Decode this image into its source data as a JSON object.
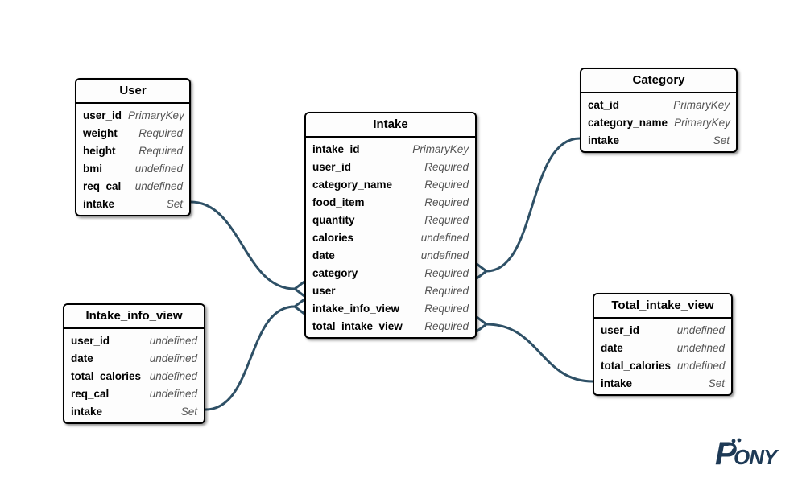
{
  "diagram": {
    "tables": [
      {
        "id": "user",
        "title": "User",
        "fields": [
          {
            "name": "user_id",
            "value": "PrimaryKey"
          },
          {
            "name": "weight",
            "value": "Required"
          },
          {
            "name": "height",
            "value": "Required"
          },
          {
            "name": "bmi",
            "value": "undefined"
          },
          {
            "name": "req_cal",
            "value": "undefined"
          },
          {
            "name": "intake",
            "value": "Set"
          }
        ]
      },
      {
        "id": "intake",
        "title": "Intake",
        "fields": [
          {
            "name": "intake_id",
            "value": "PrimaryKey"
          },
          {
            "name": "user_id",
            "value": "Required"
          },
          {
            "name": "category_name",
            "value": "Required"
          },
          {
            "name": "food_item",
            "value": "Required"
          },
          {
            "name": "quantity",
            "value": "Required"
          },
          {
            "name": "calories",
            "value": "undefined"
          },
          {
            "name": "date",
            "value": "undefined"
          },
          {
            "name": "category",
            "value": "Required"
          },
          {
            "name": "user",
            "value": "Required"
          },
          {
            "name": "intake_info_view",
            "value": "Required"
          },
          {
            "name": "total_intake_view",
            "value": "Required"
          }
        ]
      },
      {
        "id": "category",
        "title": "Category",
        "fields": [
          {
            "name": "cat_id",
            "value": "PrimaryKey"
          },
          {
            "name": "category_name",
            "value": "PrimaryKey"
          },
          {
            "name": "intake",
            "value": "Set"
          }
        ]
      },
      {
        "id": "intake_info_view",
        "title": "Intake_info_view",
        "fields": [
          {
            "name": "user_id",
            "value": "undefined"
          },
          {
            "name": "date",
            "value": "undefined"
          },
          {
            "name": "total_calories",
            "value": "undefined"
          },
          {
            "name": "req_cal",
            "value": "undefined"
          },
          {
            "name": "intake",
            "value": "Set"
          }
        ]
      },
      {
        "id": "total_intake_view",
        "title": "Total_intake_view",
        "fields": [
          {
            "name": "user_id",
            "value": "undefined"
          },
          {
            "name": "date",
            "value": "undefined"
          },
          {
            "name": "total_calories",
            "value": "undefined"
          },
          {
            "name": "intake",
            "value": "Set"
          }
        ]
      }
    ],
    "relations": [
      {
        "from": "User.intake",
        "to": "Intake.user"
      },
      {
        "from": "Intake_info_view.intake",
        "to": "Intake.intake_info_view"
      },
      {
        "from": "Category.intake",
        "to": "Intake.category"
      },
      {
        "from": "Total_intake_view.intake",
        "to": "Intake.total_intake_view"
      }
    ]
  },
  "logo": {
    "text_p": "P",
    "text_rest": "ONY"
  },
  "colors": {
    "connector": "#2e5066",
    "logo": "#1e3a56"
  }
}
